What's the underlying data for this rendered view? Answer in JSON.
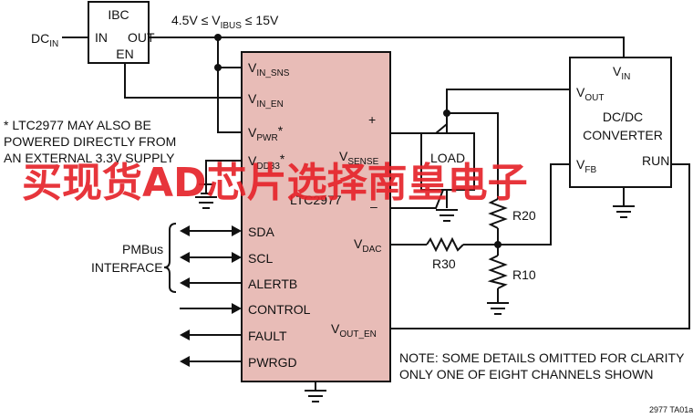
{
  "ibc": {
    "label": "IBC",
    "in": "IN",
    "out": "OUT",
    "en": "EN"
  },
  "dc_in": {
    "main": "DC",
    "sub": "IN"
  },
  "vbus_range": {
    "pre": "4.5V ≤ V",
    "sub": "IBUS",
    "post": " ≤ 15V"
  },
  "chip": {
    "name": "LTC2977",
    "pins_left": {
      "vin_sns": {
        "main": "V",
        "sub": "IN_SNS",
        "post": ""
      },
      "vin_en": {
        "main": "V",
        "sub": "IN_EN",
        "post": ""
      },
      "vpwr": {
        "main": "V",
        "sub": "PWR",
        "post": "*"
      },
      "vdd33": {
        "main": "V",
        "sub": "DD33",
        "post": "*"
      },
      "sda": "SDA",
      "scl": "SCL",
      "alertb": "ALERTB",
      "control": "CONTROL",
      "fault": "FAULT",
      "pwrgd": "PWRGD"
    },
    "pins_right": {
      "plus": "+",
      "vsense": {
        "main": "V",
        "sub": "SENSE"
      },
      "minus": "–",
      "vdac": {
        "main": "V",
        "sub": "DAC"
      },
      "vout_en": {
        "main": "V",
        "sub": "OUT_EN"
      }
    }
  },
  "footnote": [
    "* LTC2977 MAY ALSO BE",
    "POWERED DIRECTLY FROM",
    "AN EXTERNAL 3.3V SUPPLY"
  ],
  "pmbus": {
    "line1": "PMBus",
    "line2": "INTERFACE"
  },
  "converter": {
    "vin": {
      "main": "V",
      "sub": "IN"
    },
    "vout": {
      "main": "V",
      "sub": "OUT"
    },
    "title1": "DC/DC",
    "title2": "CONVERTER",
    "vfb": {
      "main": "V",
      "sub": "FB"
    },
    "run": "RUN"
  },
  "load": "LOAD",
  "resistors": {
    "r20": "R20",
    "r30": "R30",
    "r10": "R10"
  },
  "note": [
    "NOTE: SOME DETAILS OMITTED FOR CLARITY",
    "ONLY ONE OF EIGHT CHANNELS SHOWN"
  ],
  "figure_id": "2977 TA01a",
  "watermark": "买现货AD芯片选择南皇电子"
}
